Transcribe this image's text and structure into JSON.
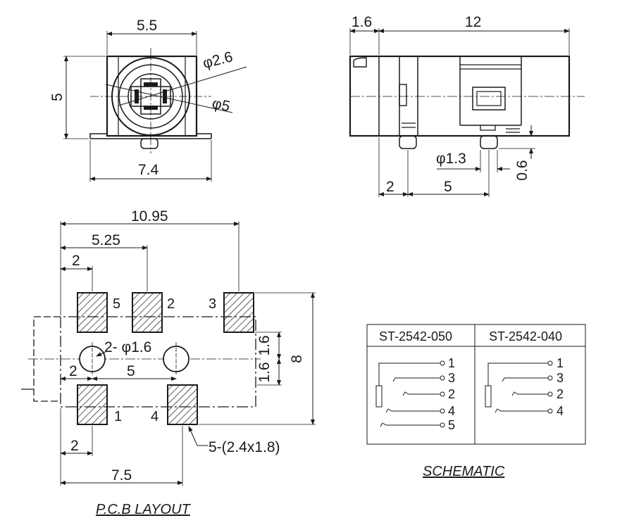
{
  "front_view": {
    "dim_width": "5.5",
    "dim_height": "5",
    "dim_base": "7.4",
    "dim_hole": "φ2.6",
    "dim_outer": "φ5"
  },
  "side_view": {
    "dim_flange": "1.6",
    "dim_length": "12",
    "dim_pin_dia": "φ1.3",
    "dim_pin_len": "0.6",
    "dim_offset": "2",
    "dim_pitch": "5"
  },
  "pcb_layout": {
    "dim_total": "10.95",
    "dim_mid": "5.25",
    "dim_left_top": "2",
    "dim_height": "8",
    "dim_pad_gap_top": "1.6",
    "dim_pad_gap_bottom": "1.6",
    "dim_holes": "2- φ1.6",
    "dim_hole_offset": "2",
    "dim_hole_pitch": "5",
    "dim_left_bottom": "2",
    "dim_bottom": "7.5",
    "dim_pads": "5-(2.4x1.8)",
    "pin_labels": [
      "5",
      "2",
      "3",
      "1",
      "4"
    ],
    "title": "P.C.B LAYOUT"
  },
  "schematic": {
    "title": "SCHEMATIC",
    "columns": [
      {
        "header": "ST-2542-050",
        "pins": [
          "1",
          "3",
          "2",
          "4",
          "5"
        ]
      },
      {
        "header": "ST-2542-040",
        "pins": [
          "1",
          "3",
          "2",
          "4"
        ]
      }
    ]
  }
}
